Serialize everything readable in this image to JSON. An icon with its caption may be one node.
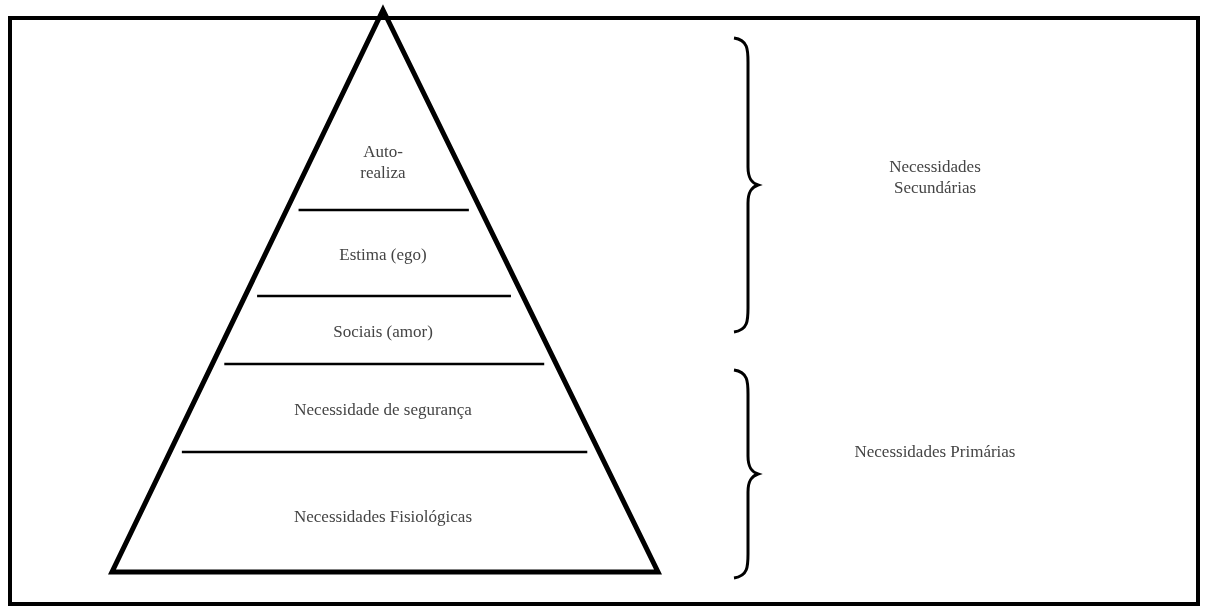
{
  "diagram": {
    "nodes": [
      {
        "text": [
          "Auto- realiza"
        ]
      },
      {
        "text": [
          "Estima (ego)"
        ]
      },
      {
        "text": [
          "Sociais (amor)"
        ]
      },
      {
        "text": [
          "Necessidade de segurança"
        ]
      },
      {
        "text": [
          "Necessidades Fisiológicas"
        ]
      }
    ],
    "labels": [
      "Necessidades Secundárias",
      "Necessidades Primárias"
    ]
  }
}
